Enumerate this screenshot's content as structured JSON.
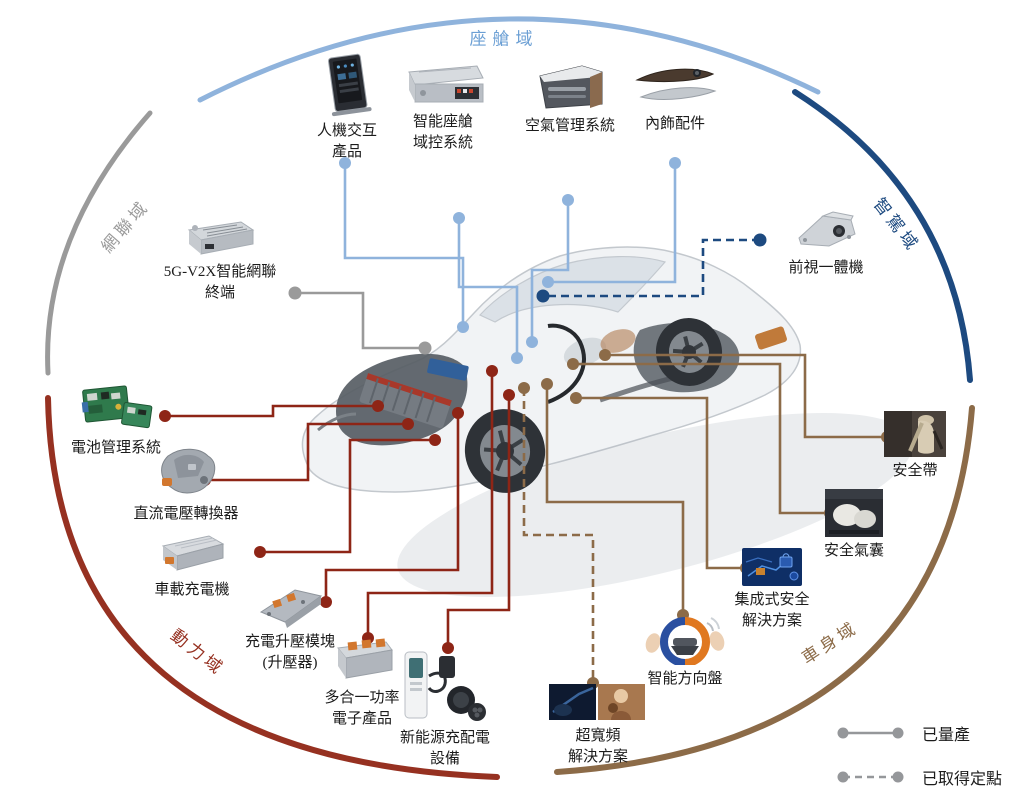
{
  "colors": {
    "cockpit": "#8FB3DC",
    "cockpit_text": "#6B9FD4",
    "network": "#9A9A9A",
    "driving": "#1D4A80",
    "power": "#8E2516",
    "power_arc": "#963121",
    "body": "#8C6B48",
    "legend": "#95979A",
    "label_text": "#1C1C1C"
  },
  "domains": {
    "cockpit": {
      "label": "座艙域"
    },
    "network": {
      "label": "網聯域"
    },
    "driving": {
      "label": "智駕域"
    },
    "power": {
      "label": "動力域"
    },
    "body": {
      "label": "車身域"
    }
  },
  "products": {
    "hmi": {
      "label": "人機交互\n產品",
      "domain": "cockpit",
      "status": "mass_production"
    },
    "cockpit_dcu": {
      "label": "智能座艙\n域控系統",
      "domain": "cockpit",
      "status": "mass_production"
    },
    "air_mgmt": {
      "label": "空氣管理系統",
      "domain": "cockpit",
      "status": "mass_production"
    },
    "interior_trim": {
      "label": "內飾配件",
      "domain": "cockpit",
      "status": "mass_production"
    },
    "v2x_terminal": {
      "label": "5G-V2X智能網聯\n終端",
      "domain": "network",
      "status": "mass_production"
    },
    "front_camera": {
      "label": "前視一體機",
      "domain": "driving",
      "status": "design_win"
    },
    "bms": {
      "label": "電池管理系統",
      "domain": "power",
      "status": "mass_production"
    },
    "dcdc": {
      "label": "直流電壓轉換器",
      "domain": "power",
      "status": "mass_production"
    },
    "obc": {
      "label": "車載充電機",
      "domain": "power",
      "status": "mass_production"
    },
    "boost_module": {
      "label": "充電升壓模塊\n(升壓器)",
      "domain": "power",
      "status": "mass_production"
    },
    "multi_in_one": {
      "label": "多合一功率\n電子產品",
      "domain": "power",
      "status": "mass_production"
    },
    "ev_charging": {
      "label": "新能源充配電\n設備",
      "domain": "power",
      "status": "mass_production"
    },
    "seatbelt": {
      "label": "安全帶",
      "domain": "body",
      "status": "mass_production"
    },
    "airbag": {
      "label": "安全氣囊",
      "domain": "body",
      "status": "mass_production"
    },
    "integrated_safety": {
      "label": "集成式安全\n解決方案",
      "domain": "body",
      "status": "mass_production"
    },
    "smart_steering": {
      "label": "智能方向盤",
      "domain": "body",
      "status": "mass_production"
    },
    "uwb": {
      "label": "超寬頻\n解決方案",
      "domain": "body",
      "status": "design_win"
    }
  },
  "legend": {
    "mass_production": "已量產",
    "design_win": "已取得定點"
  }
}
